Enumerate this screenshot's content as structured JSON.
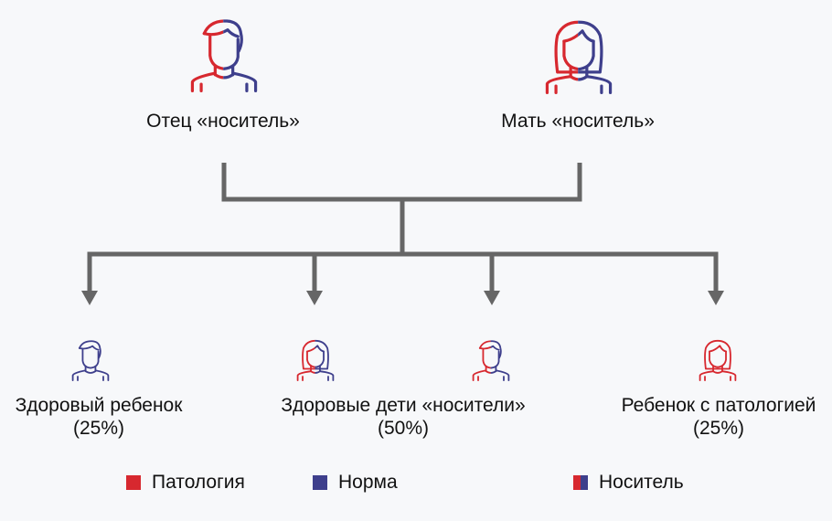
{
  "colors": {
    "pathology": "#d7282f",
    "norm": "#3e3f8c",
    "line": "#666666",
    "background": "#f7f8fa"
  },
  "parents": [
    {
      "label": "Отец «носитель»",
      "icon": "male-carrier-icon"
    },
    {
      "label": "Мать «носитель»",
      "icon": "female-carrier-icon"
    }
  ],
  "children": [
    {
      "label": "Здоровый ребенок",
      "percent": "(25%)",
      "icons": [
        "male-norm-icon"
      ]
    },
    {
      "label": "Здоровые дети «носители»",
      "percent": "(50%)",
      "icons": [
        "female-carrier-icon",
        "male-carrier-icon"
      ]
    },
    {
      "label": "Ребенок с патологией",
      "percent": "(25%)",
      "icons": [
        "female-pathology-icon"
      ]
    }
  ],
  "legend": [
    {
      "label": "Патология"
    },
    {
      "label": "Норма"
    },
    {
      "label": "Носитель"
    }
  ]
}
